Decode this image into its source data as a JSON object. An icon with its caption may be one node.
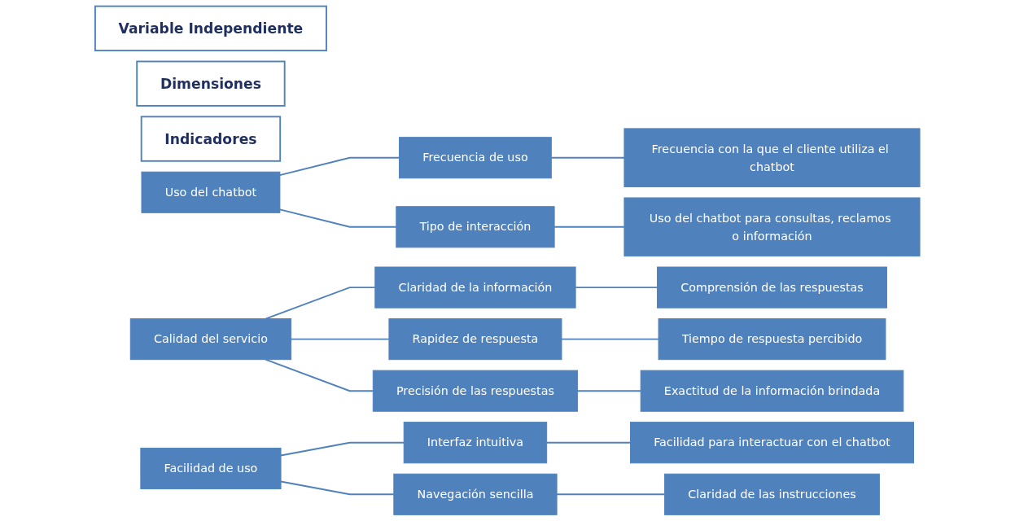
{
  "diagram": {
    "nodes": [
      {
        "text": [
          "Variable Independiente"
        ]
      },
      {
        "text": [
          "Dimensiones"
        ]
      },
      {
        "text": [
          "Indicadores"
        ]
      },
      {
        "text": [
          "Uso del chatbot"
        ]
      },
      {
        "text": [
          "Frecuencia de uso"
        ]
      },
      {
        "text": [
          "Frecuencia con la que el cliente utiliza el chatbot"
        ]
      },
      {
        "text": [
          "Tipo de interacción"
        ]
      },
      {
        "text": [
          "Uso del chatbot para consultas, reclamos o información"
        ]
      },
      {
        "text": [
          "Calidad del servicio"
        ]
      },
      {
        "text": [
          "Claridad de la información"
        ]
      },
      {
        "text": [
          "Comprensión de las respuestas"
        ]
      },
      {
        "text": [
          "Rapidez de respuesta"
        ]
      },
      {
        "text": [
          "Tiempo de respuesta percibido"
        ]
      },
      {
        "text": [
          "Precisión de las respuestas"
        ]
      },
      {
        "text": [
          "Exactitud de la información brindada"
        ]
      },
      {
        "text": [
          "Facilidad de uso"
        ]
      },
      {
        "text": [
          "Interfaz intuitiva"
        ]
      },
      {
        "text": [
          "Facilidad para interactuar con el chatbot"
        ]
      },
      {
        "text": [
          "Navegación sencilla"
        ]
      },
      {
        "text": [
          "Claridad de las instrucciones"
        ]
      }
    ],
    "edges": [
      {
        "from": 3,
        "to": 4,
        "arrow": "none"
      },
      {
        "from": 3,
        "to": 6,
        "arrow": "none"
      },
      {
        "from": 4,
        "to": 5,
        "arrow": "none"
      },
      {
        "from": 6,
        "to": 7,
        "arrow": "none"
      },
      {
        "from": 8,
        "to": 9,
        "arrow": "none"
      },
      {
        "from": 8,
        "to": 11,
        "arrow": "none"
      },
      {
        "from": 8,
        "to": 13,
        "arrow": "none"
      },
      {
        "from": 9,
        "to": 10,
        "arrow": "none"
      },
      {
        "from": 11,
        "to": 12,
        "arrow": "none"
      },
      {
        "from": 13,
        "to": 14,
        "arrow": "none"
      },
      {
        "from": 15,
        "to": 16,
        "arrow": "none"
      },
      {
        "from": 15,
        "to": 18,
        "arrow": "none"
      },
      {
        "from": 16,
        "to": 17,
        "arrow": "none"
      },
      {
        "from": 18,
        "to": 19,
        "arrow": "none"
      }
    ]
  }
}
